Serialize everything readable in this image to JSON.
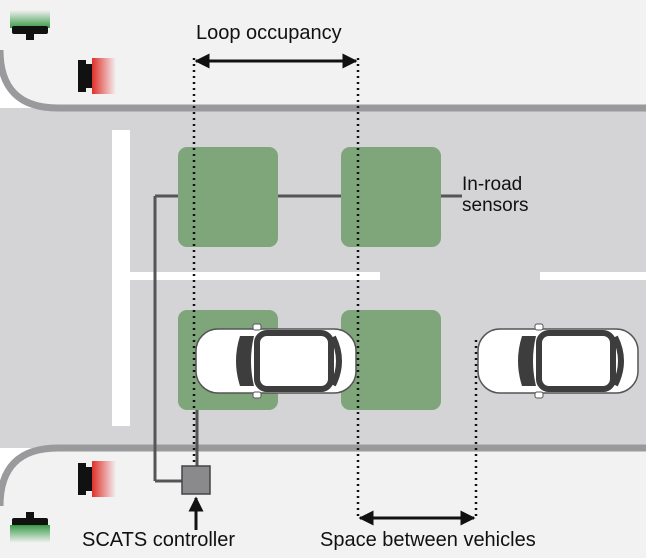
{
  "labels": {
    "loop_occupancy": "Loop occupancy",
    "in_road_sensors_line1": "In-road",
    "in_road_sensors_line2": "sensors",
    "scats_controller": "SCATS controller",
    "space_between_vehicles": "Space between vehicles"
  },
  "colors": {
    "road": "#d4d4d6",
    "sidewalk": "#f2f2f3",
    "curb": "#9a9a9c",
    "sensor": "#7fa57b",
    "lane_marking": "#ffffff",
    "wire": "#555555",
    "controller": "#8a8a8c",
    "signal_red": "#e0302a",
    "signal_green": "#3a9a48",
    "car_body": "#ffffff",
    "car_glass": "#3d3d3d"
  },
  "icons": {
    "signal": "traffic-signal-icon",
    "car": "car-icon",
    "controller": "controller-box-icon"
  }
}
